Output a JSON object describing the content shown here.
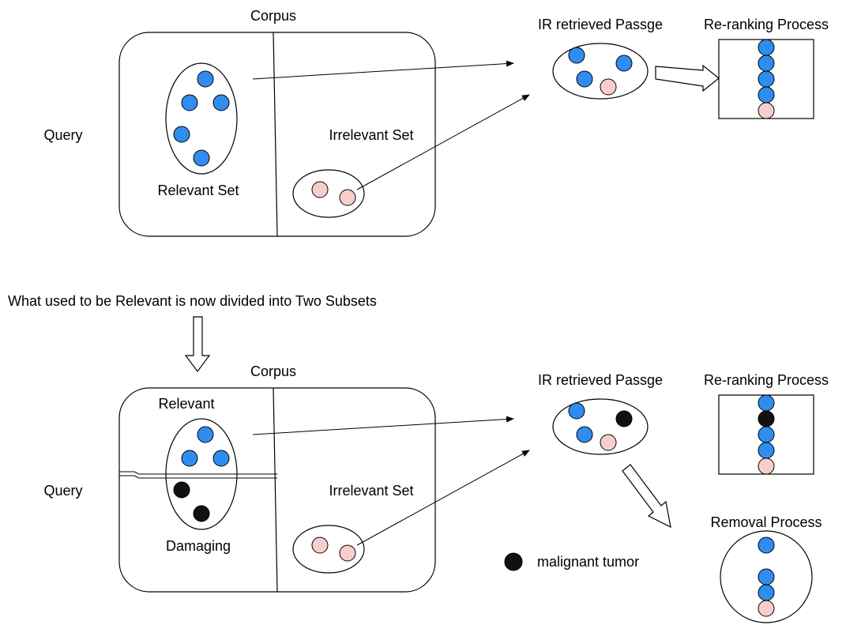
{
  "colors": {
    "relevant": "#2f8df0",
    "irrelevant": "#f8cecc",
    "damaging": "#111111",
    "stroke": "#000000"
  },
  "top": {
    "corpus_label": "Corpus",
    "query_label": "Query",
    "relevant_set_label": "Relevant Set",
    "irrelevant_set_label": "Irrelevant Set",
    "retrieved_label": "IR retrieved Passge",
    "reranking_label": "Re-ranking Process"
  },
  "transition_label": "What used to be Relevant is now divided into Two Subsets",
  "bottom": {
    "corpus_label": "Corpus",
    "query_label": "Query",
    "relevant_label": "Relevant",
    "damaging_label": "Damaging",
    "irrelevant_set_label": "Irrelevant Set",
    "retrieved_label": "IR retrieved Passge",
    "reranking_label": "Re-ranking Process",
    "removal_label": "Removal Process"
  },
  "legend": {
    "damaging_label": "malignant tumor"
  }
}
